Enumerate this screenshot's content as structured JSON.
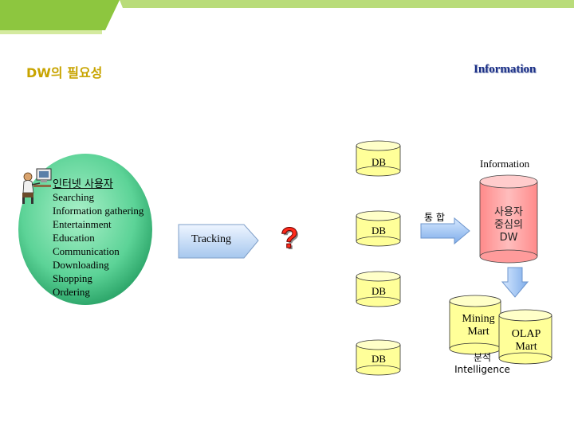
{
  "slide": {
    "title": "DW의 필요성",
    "header_right": "Information",
    "colors": {
      "banner_green": "#8dc63f",
      "user_circle": "#3bbf7e",
      "db_fill": "#ffff99",
      "dw_fill": "#ff9999",
      "arrow_blue": "#9fc3ee"
    }
  },
  "user": {
    "label": "인터넷 사용자",
    "activities": [
      "Searching",
      "Information gathering",
      "Entertainment",
      "Education",
      "Communication",
      "Downloading",
      "Shopping",
      "Ordering"
    ]
  },
  "tracking": {
    "label": "Tracking"
  },
  "question": {
    "glyph": "?"
  },
  "databases": [
    {
      "label": "DB"
    },
    {
      "label": "DB"
    },
    {
      "label": "DB"
    },
    {
      "label": "DB"
    }
  ],
  "integration": {
    "label": "통 합"
  },
  "warehouse": {
    "top_label": "Information",
    "line1": "사용자",
    "line2": "중심의",
    "line3": "DW"
  },
  "marts": {
    "mining_line1": "Mining",
    "mining_line2": "Mart",
    "olap_line1": "OLAP",
    "olap_line2": "Mart",
    "analysis_line1": "분석",
    "analysis_line2": "Intelligence"
  }
}
